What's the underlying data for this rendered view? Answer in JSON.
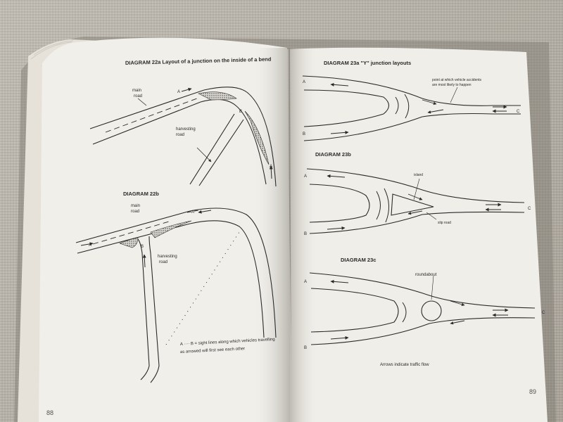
{
  "left_page": {
    "diagram_22a": {
      "title": "DIAGRAM 22a  Layout of a junction on the inside of a bend",
      "label_main": "main",
      "label_road": "road",
      "label_harvesting": "harvesting",
      "label_road2": "road",
      "point_a": "A",
      "point_b": "B",
      "point_a2": "A"
    },
    "diagram_22b": {
      "title": "DIAGRAM 22b",
      "label_main": "main",
      "label_road": "road",
      "label_harvesting": "harvesting",
      "label_road2": "road",
      "point_a": "A",
      "point_b": "B",
      "point_a_end": "A"
    },
    "caption_line1": "A ···· B = sight lines along which vehicles travelling",
    "caption_line2": "as arrowed will first see each other",
    "page_number": "88"
  },
  "right_page": {
    "diagram_23a": {
      "title": "DIAGRAM 23a  \"Y\" junction layouts",
      "note_line1": "point at which vehicle accidents",
      "note_line2": "are most likely to happen",
      "a": "A",
      "b": "B",
      "c": "C"
    },
    "diagram_23b": {
      "title": "DIAGRAM 23b",
      "island": "island",
      "slip_road": "slip road",
      "a": "A",
      "b": "B",
      "c": "C"
    },
    "diagram_23c": {
      "title": "DIAGRAM 23c",
      "roundabout": "roundabout",
      "a": "A",
      "b": "B",
      "c": "C"
    },
    "caption": "Arrows indicate traffic flow",
    "page_number": "89"
  },
  "colors": {
    "paper": "#f1efea",
    "ink": "#2a2a2a",
    "background": "#b7b2a9"
  }
}
